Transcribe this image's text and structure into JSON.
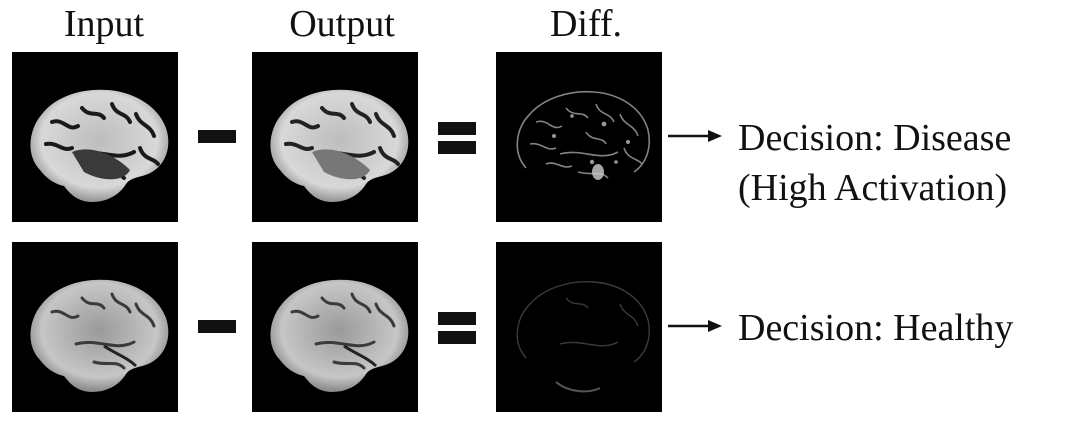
{
  "headers": {
    "input": "Input",
    "output": "Output",
    "diff": "Diff."
  },
  "rows": [
    {
      "decision": "Decision: Disease",
      "note": "(High Activation)",
      "operator_left": "minus",
      "operator_right": "equals"
    },
    {
      "decision": "Decision: Healthy",
      "operator_left": "minus",
      "operator_right": "equals"
    }
  ],
  "colors": {
    "panel_background": "#000000",
    "tissue": "#e6e6e6",
    "text": "#111111"
  }
}
